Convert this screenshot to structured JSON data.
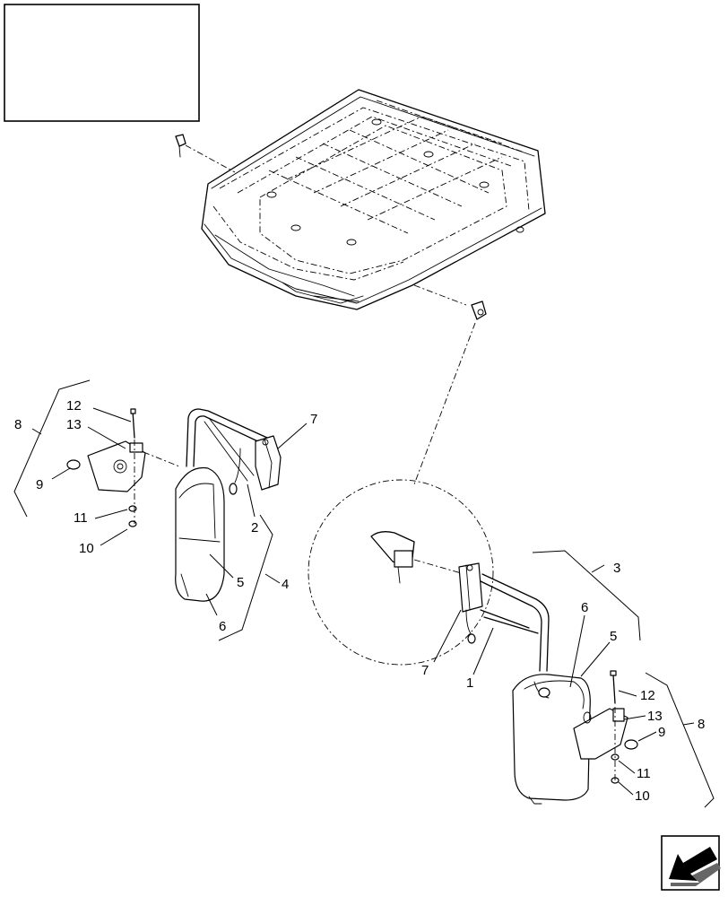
{
  "callouts": {
    "left": {
      "l8": "8",
      "l12": "12",
      "l13": "13",
      "l9": "9",
      "l11": "11",
      "l10": "10",
      "l7": "7",
      "l2": "2",
      "l5": "5",
      "l4": "4",
      "l6": "6"
    },
    "right": {
      "l3": "3",
      "l6": "6",
      "l5": "5",
      "l7": "7",
      "l1": "1",
      "l12": "12",
      "l13": "13",
      "l9": "9",
      "l8": "8",
      "l11": "11",
      "l10": "10"
    }
  },
  "icons": {
    "title_box": "empty-title-box",
    "nav": "arrow-down-left-icon"
  }
}
